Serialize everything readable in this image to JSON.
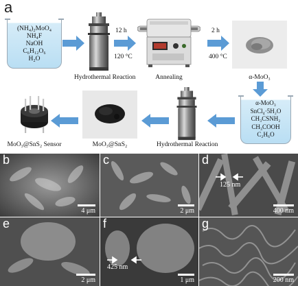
{
  "figure": {
    "panel_label": "a",
    "beaker1_lines": [
      "(NH₄)₂MoO₄",
      "NH₄F",
      "NaOH",
      "C₆H₁₂O₆",
      "H₂O"
    ],
    "arrow1_top": "12 h",
    "arrow1_bottom": "120 °C",
    "arrow2_top": "2 h",
    "arrow2_bottom": "400 °C",
    "caption_hydrothermal_1": "Hydrothermal  Reaction",
    "caption_annealing": "Annealing",
    "caption_moo3": "α-MoO₃",
    "beaker2_lines": [
      "α-MoO₃",
      "SnCl₄·5H₂O",
      "CH₃CSNH₂",
      "CH₃COOH",
      "C₂H₆O"
    ],
    "caption_hydrothermal_2": "Hydrothermal  Reaction",
    "caption_product": "MoO₃@SnS₂",
    "caption_sensor": "MoO₃@SnS₂ Sensor"
  },
  "micrographs": [
    {
      "letter": "b",
      "scale": "4 μm"
    },
    {
      "letter": "c",
      "scale": "2 μm"
    },
    {
      "letter": "d",
      "scale": "400 nm",
      "annotation": "125 nm"
    },
    {
      "letter": "e",
      "scale": "2 μm"
    },
    {
      "letter": "f",
      "scale": "1 μm",
      "annotation": "425 nm"
    },
    {
      "letter": "g",
      "scale": "200 nm"
    }
  ],
  "colors": {
    "arrow": "#5b9bd5",
    "beaker_fill": "#b9def3"
  }
}
